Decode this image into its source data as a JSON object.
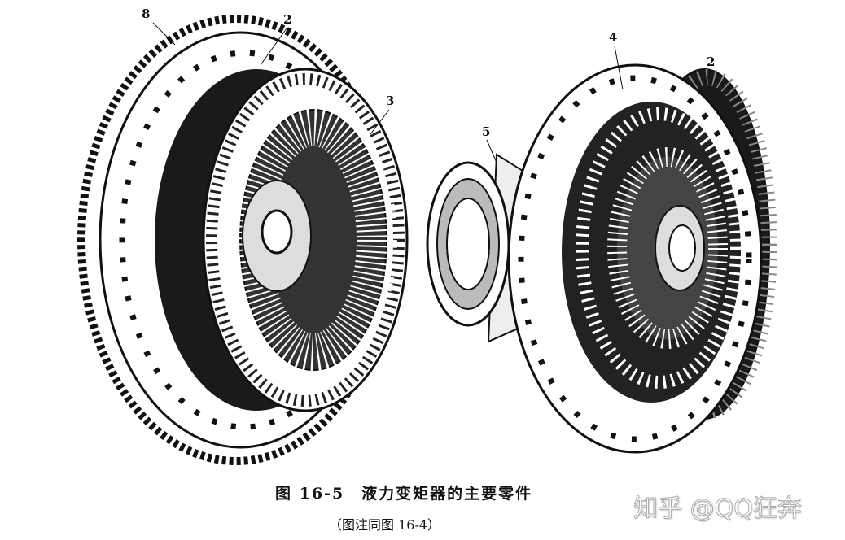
{
  "figure": {
    "labels": [
      "8",
      "2",
      "3",
      "5",
      "4",
      "2"
    ],
    "caption": "图 16-5　液力变矩器的主要零件",
    "subcaption": "（图注同图 16-4）",
    "watermark": "知乎 @QQ狂奔"
  }
}
